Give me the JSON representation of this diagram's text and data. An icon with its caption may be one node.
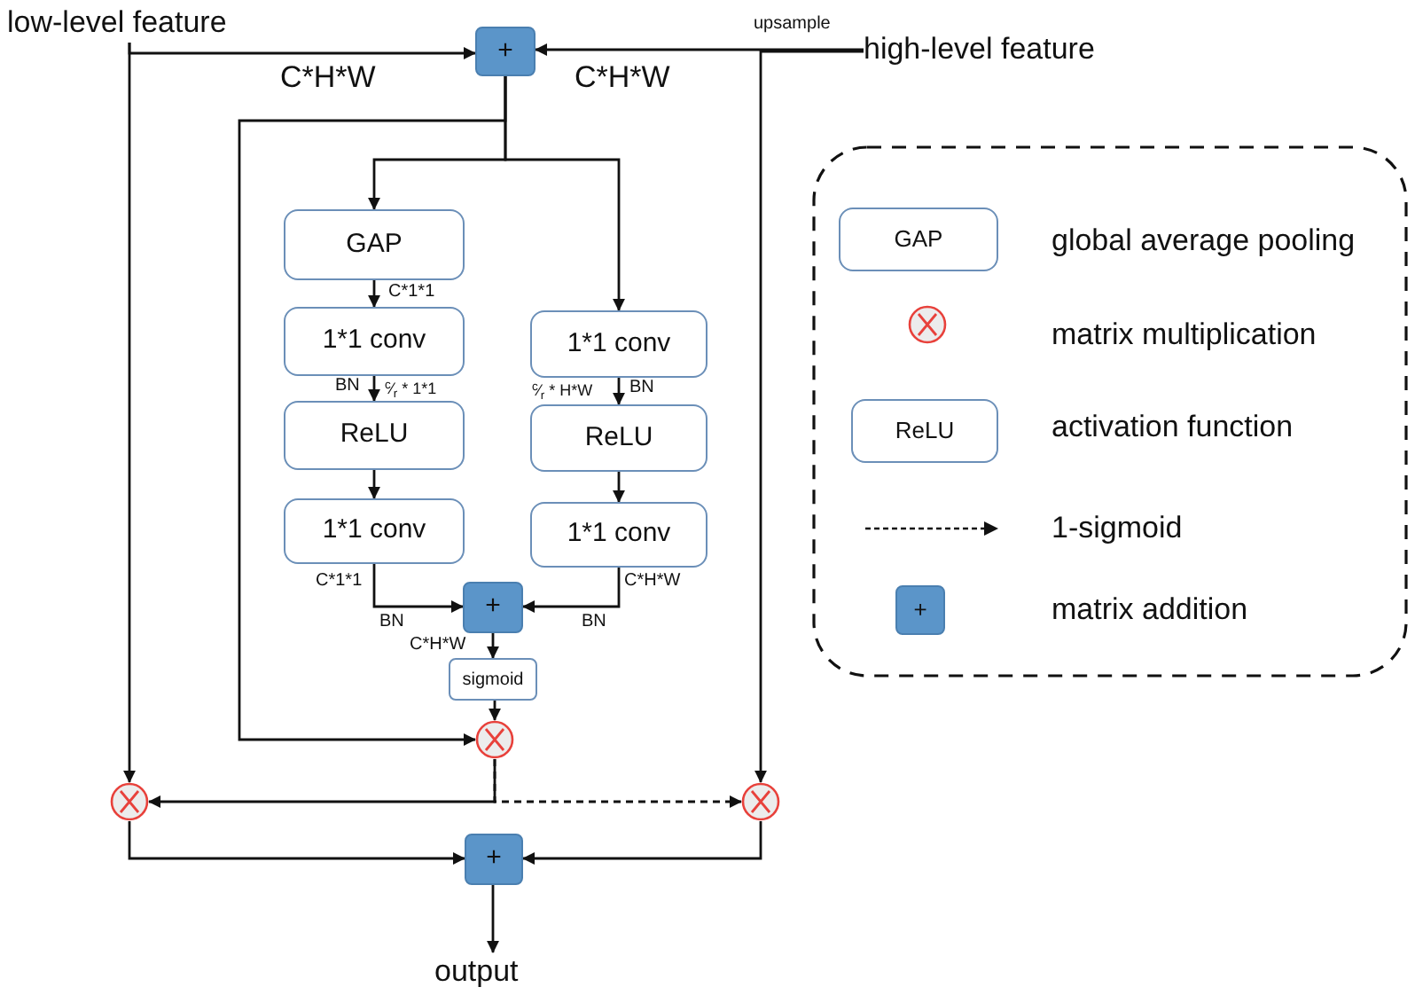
{
  "diagram": {
    "nodes": [
      {
        "text": [
          "low-level feature"
        ]
      },
      {
        "text": [
          "high-level feature"
        ]
      },
      {
        "text": [
          "+"
        ]
      },
      {
        "text": [
          "GAP"
        ]
      },
      {
        "text": [
          "1*1 conv"
        ]
      },
      {
        "text": [
          "ReLU"
        ]
      },
      {
        "text": [
          "1*1 conv"
        ]
      },
      {
        "text": [
          "1*1 conv"
        ]
      },
      {
        "text": [
          "ReLU"
        ]
      },
      {
        "text": [
          "1*1 conv"
        ]
      },
      {
        "text": [
          "+"
        ]
      },
      {
        "text": [
          "sigmoid"
        ]
      },
      {
        "text": [],
        "shape": "circle"
      },
      {
        "text": [],
        "shape": "circle"
      },
      {
        "text": [],
        "shape": "circle"
      },
      {
        "text": [
          "+"
        ]
      },
      {
        "text": [
          "output"
        ]
      }
    ],
    "edges": [
      {
        "from": 0,
        "to": 2,
        "arrow": "to"
      },
      {
        "from": 0,
        "to": 13,
        "arrow": "to"
      },
      {
        "from": 1,
        "to": 2,
        "arrow": "to",
        "label": "upsample"
      },
      {
        "from": 1,
        "to": 14,
        "arrow": "to"
      },
      {
        "from": 2,
        "to": 3,
        "arrow": "to"
      },
      {
        "from": 2,
        "to": 7,
        "arrow": "to"
      },
      {
        "from": 2,
        "to": 12,
        "arrow": "to"
      },
      {
        "from": 3,
        "to": 4,
        "arrow": "to",
        "label": "C*1*1"
      },
      {
        "from": 4,
        "to": 5,
        "arrow": "to"
      },
      {
        "from": 5,
        "to": 6,
        "arrow": "to"
      },
      {
        "from": 7,
        "to": 8,
        "arrow": "to"
      },
      {
        "from": 8,
        "to": 9,
        "arrow": "to"
      },
      {
        "from": 6,
        "to": 10,
        "arrow": "to"
      },
      {
        "from": 9,
        "to": 10,
        "arrow": "to"
      },
      {
        "from": 10,
        "to": 11,
        "arrow": "to",
        "label": "C*H*W"
      },
      {
        "from": 11,
        "to": 12,
        "arrow": "to"
      },
      {
        "from": 12,
        "to": 13,
        "arrow": "to"
      },
      {
        "from": 12,
        "to": 14,
        "arrow": "to",
        "style": "dashed"
      },
      {
        "from": 13,
        "to": 15,
        "arrow": "to"
      },
      {
        "from": 14,
        "to": 15,
        "arrow": "to"
      },
      {
        "from": 15,
        "to": 16,
        "arrow": "to"
      }
    ],
    "labels": [
      "C*H*W",
      "C*H*W",
      "BN",
      "$^{c}$⁄$_{r}$ * 1*1",
      "$^{c}$⁄$_{r}$ * H*W",
      "BN",
      "C*1*1",
      "BN",
      "C*H*W",
      "BN",
      "GAP",
      "ReLU",
      "+"
    ],
    "legend": [
      {
        "text": "global average pooling"
      },
      {
        "text": "matrix multiplication"
      },
      {
        "text": "activation function"
      },
      {
        "text": "1-sigmoid"
      },
      {
        "text": "matrix addition"
      }
    ]
  }
}
